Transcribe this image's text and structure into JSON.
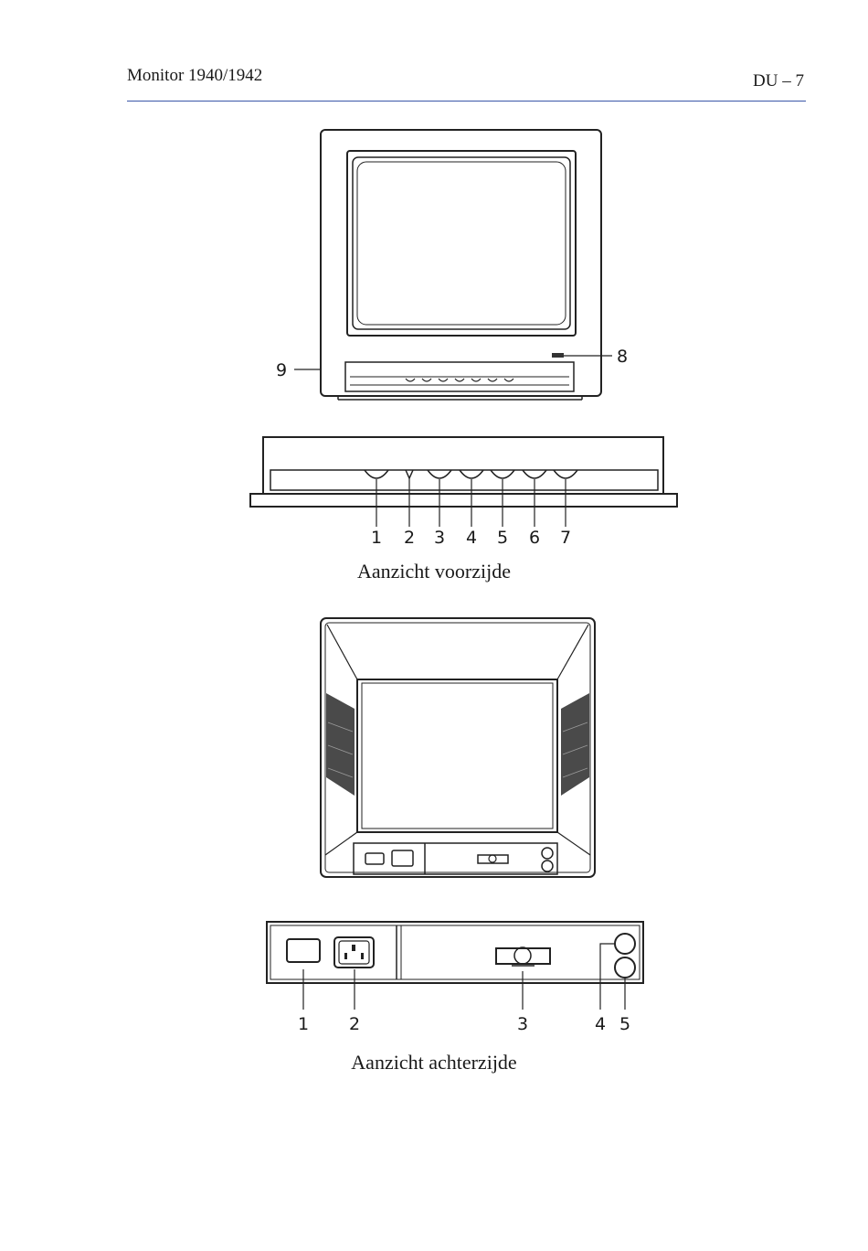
{
  "header": {
    "title": "Monitor 1940/1942",
    "page": "DU – 7"
  },
  "front_view": {
    "caption": "Aanzicht voorzijde",
    "callouts": [
      "1",
      "2",
      "3",
      "4",
      "5",
      "6",
      "7",
      "8",
      "9"
    ]
  },
  "rear_view": {
    "caption": "Aanzicht achterzijde",
    "callouts": [
      "1",
      "2",
      "3",
      "4",
      "5"
    ]
  }
}
